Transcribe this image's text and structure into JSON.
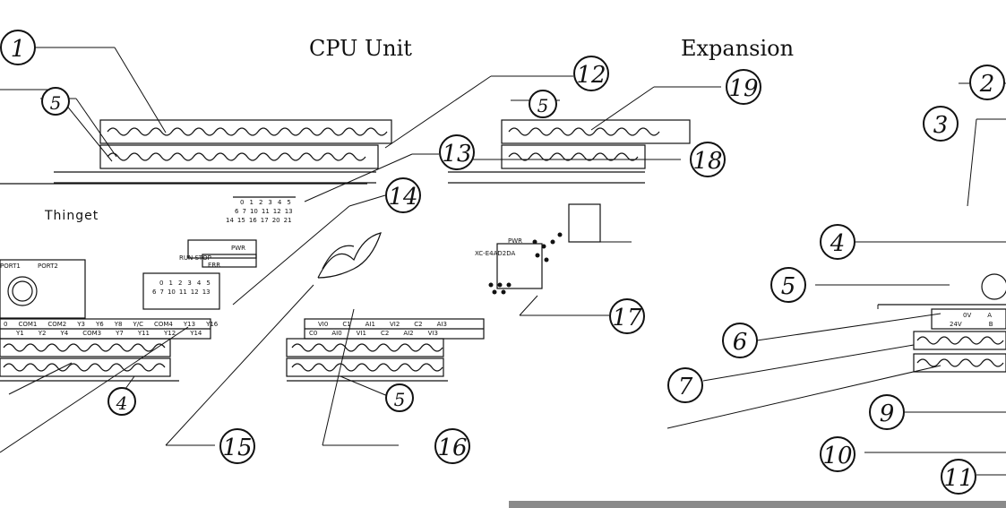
{
  "titles": {
    "cpu": "CPU Unit",
    "expansion": "Expansion"
  },
  "brand": "Thinget",
  "ports": {
    "port1": "PORT1",
    "port2": "PORT2"
  },
  "leds": {
    "pwr": "PWR",
    "err": "ERR",
    "pwr_exp": "PWR"
  },
  "cpu_mode_label": "RUN STOP",
  "expansion_model": "XC-E4AD2DA",
  "io_row_top_1": [
    "0",
    "1",
    "2",
    "3",
    "4",
    "5"
  ],
  "io_row_top_2": [
    "6",
    "7",
    "10",
    "11",
    "12",
    "13"
  ],
  "io_row_top_3": [
    "14",
    "15",
    "16",
    "17",
    "20",
    "21"
  ],
  "io_row_bot_1": [
    "0",
    "1",
    "2",
    "3",
    "4",
    "5"
  ],
  "io_row_bot_2": [
    "6",
    "7",
    "10",
    "11",
    "12",
    "13"
  ],
  "cpu_bottom_terminals_a": [
    "0",
    "COM1",
    "COM2",
    "Y3",
    "Y6",
    "Y8",
    "Y/C",
    "COM4",
    "Y13",
    "Y16"
  ],
  "cpu_bottom_terminals_b": [
    "Y1",
    "Y2",
    "Y4",
    "COM3",
    "Y7",
    "Y11",
    "Y12",
    "Y14"
  ],
  "exp_bottom_terminals_a": [
    "VI0",
    "C1",
    "AI1",
    "VI2",
    "C2",
    "AI3"
  ],
  "exp_bottom_terminals_b": [
    "C0",
    "AI0",
    "VI1",
    "C2",
    "AI2",
    "VI3"
  ],
  "right_terminals": [
    "0V",
    "A",
    "24V",
    "B"
  ],
  "callouts": {
    "c1": "1",
    "c2": "2",
    "c3": "3",
    "c4": "4",
    "c5": "5",
    "c6": "6",
    "c7": "7",
    "c9": "9",
    "c10": "10",
    "c11": "11",
    "c12": "12",
    "c13": "13",
    "c14": "14",
    "c15": "15",
    "c16": "16",
    "c17": "17",
    "c18": "18",
    "c19": "19",
    "c5b": "5",
    "c5c": "5",
    "c5d": "5",
    "c4b": "4"
  }
}
